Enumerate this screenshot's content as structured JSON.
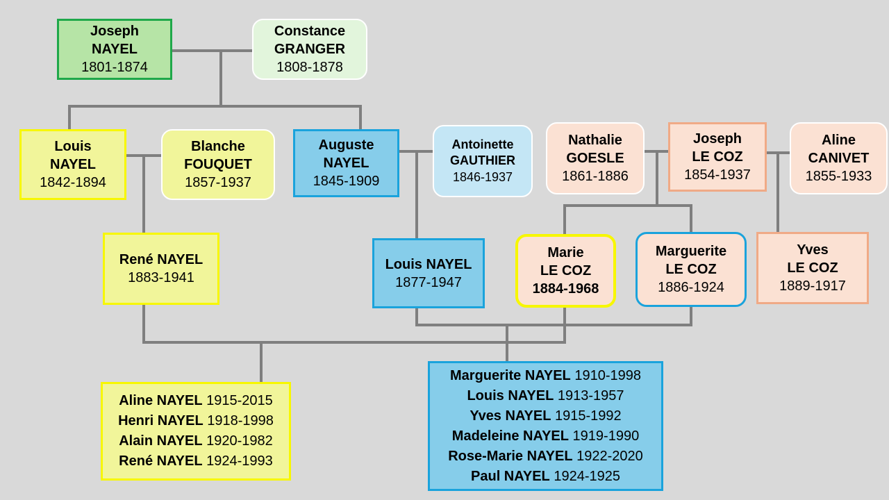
{
  "people": {
    "joseph_nayel": {
      "first": "Joseph",
      "last": "NAYEL",
      "years": "1801-1874"
    },
    "constance_granger": {
      "first": "Constance",
      "last": "GRANGER",
      "years": "1808-1878"
    },
    "louis_nayel_1842": {
      "first": "Louis",
      "last": "NAYEL",
      "years": "1842-1894"
    },
    "blanche_fouquet": {
      "first": "Blanche",
      "last": "FOUQUET",
      "years": "1857-1937"
    },
    "auguste_nayel": {
      "first": "Auguste",
      "last": "NAYEL",
      "years": "1845-1909"
    },
    "antoinette_gauthier": {
      "first": "Antoinette",
      "last": "GAUTHIER",
      "years": "1846-1937"
    },
    "nathalie_goesle": {
      "first": "Nathalie",
      "last": "GOESLE",
      "years": "1861-1886"
    },
    "joseph_le_coz": {
      "first": "Joseph",
      "last": "LE COZ",
      "years": "1854-1937"
    },
    "aline_canivet": {
      "first": "Aline",
      "last": "CANIVET",
      "years": "1855-1933"
    },
    "rene_nayel_1883": {
      "name": "René NAYEL",
      "years": "1883-1941"
    },
    "louis_nayel_1877": {
      "name": "Louis NAYEL",
      "years": "1877-1947"
    },
    "marie_le_coz": {
      "first": "Marie",
      "last": "LE COZ",
      "years": "1884-1968"
    },
    "marguerite_le_coz": {
      "first": "Marguerite",
      "last": "LE COZ",
      "years": "1886-1924"
    },
    "yves_le_coz": {
      "first": "Yves",
      "last": "LE COZ",
      "years": "1889-1917"
    }
  },
  "children_rene": [
    {
      "name": "Aline NAYEL",
      "years": "1915-2015"
    },
    {
      "name": "Henri NAYEL",
      "years": "1918-1998"
    },
    {
      "name": "Alain NAYEL",
      "years": "1920-1982"
    },
    {
      "name": "René NAYEL",
      "years": "1924-1993"
    }
  ],
  "children_louis": [
    {
      "name": "Marguerite NAYEL",
      "years": "1910-1998"
    },
    {
      "name": "Louis NAYEL",
      "years": "1913-1957"
    },
    {
      "name": "Yves NAYEL",
      "years": "1915-1992"
    },
    {
      "name": "Madeleine NAYEL",
      "years": "1919-1990"
    },
    {
      "name": "Rose-Marie NAYEL",
      "years": "1922-2020"
    },
    {
      "name": "Paul NAYEL",
      "years": "1924-1925"
    }
  ],
  "colors": {
    "line": "#7f7f7f",
    "green_dark": "#b6e4a6",
    "green_dark_border": "#1fa84a",
    "green_light": "#e2f5dc",
    "yellow": "#f1f59a",
    "yellow_border": "#f7f700",
    "blue": "#86cdea",
    "blue_border": "#1aa3dc",
    "blue_light": "#c4e6f5",
    "peach": "#fbe1d3",
    "peach_border": "#f0aa86"
  }
}
